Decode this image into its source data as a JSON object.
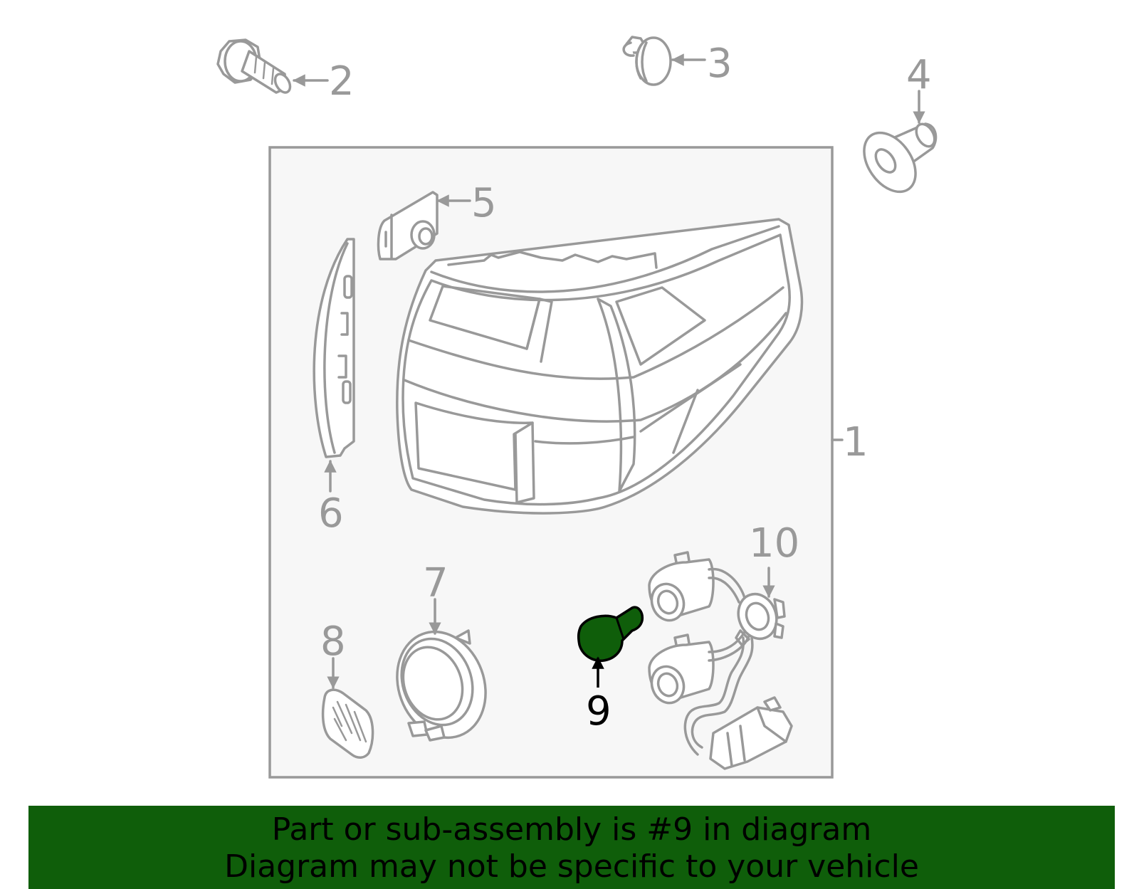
{
  "callouts": {
    "c1": "1",
    "c2": "2",
    "c3": "3",
    "c4": "4",
    "c5": "5",
    "c6": "6",
    "c7": "7",
    "c8": "8",
    "c9": "9",
    "c10": "10"
  },
  "highlight_part": "9",
  "colors": {
    "line": "#999999",
    "panel_fill": "#f7f7f7",
    "highlight_fill": "#0f5e0a",
    "banner_bg": "#0f5e0a",
    "banner_text": "#000000"
  },
  "banner": {
    "line1": "Part or sub-assembly is #9 in diagram",
    "line2": "Diagram may not be specific to your vehicle"
  }
}
